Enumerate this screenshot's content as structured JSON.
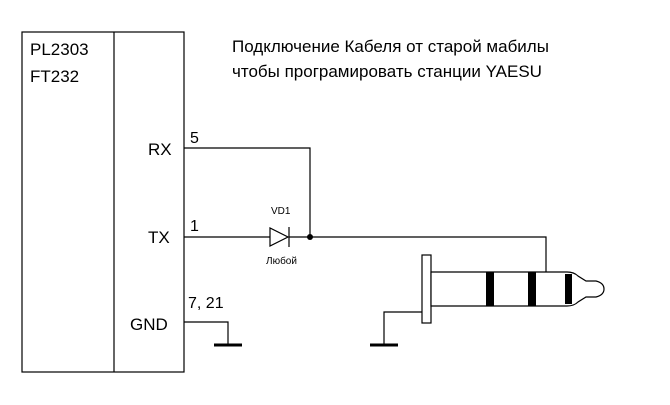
{
  "diagram": {
    "title_line1": "Подключение Кабеля от старой мабилы",
    "title_line2": "чтобы програмировать станции YAESU",
    "chip": {
      "line1": "PL2303",
      "line2": "FT232"
    },
    "pins": {
      "rx": "RX",
      "tx": "TX",
      "gnd": "GND"
    },
    "pin_numbers": {
      "rx": "5",
      "tx": "1",
      "gnd": "7, 21"
    },
    "diode": {
      "ref": "VD1",
      "value": "Любой"
    }
  }
}
